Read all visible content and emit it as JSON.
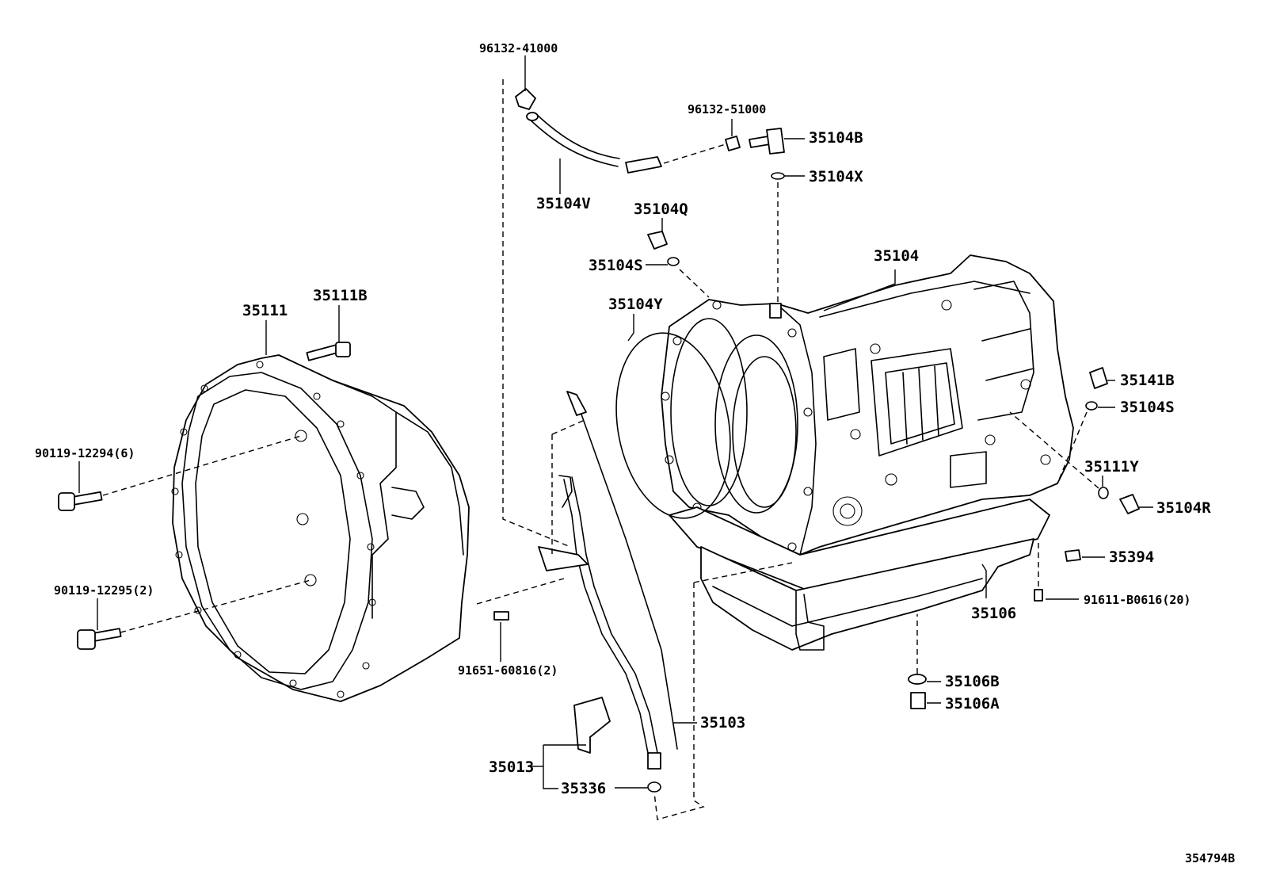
{
  "labels": {
    "p96132_41000": "96132-41000",
    "p96132_51000": "96132-51000",
    "p35104B": "35104B",
    "p35104X": "35104X",
    "p35104V": "35104V",
    "p35104Q": "35104Q",
    "p35104S_top": "35104S",
    "p35104": "35104",
    "p35104Y": "35104Y",
    "p35111": "35111",
    "p35111B": "35111B",
    "p90119_12294": "90119-12294(6)",
    "p90119_12295": "90119-12295(2)",
    "p91651_60816": "91651-60816(2)",
    "p35141B": "35141B",
    "p35104S_right": "35104S",
    "p35111Y": "35111Y",
    "p35104R": "35104R",
    "p35394": "35394",
    "p91611_B0616": "91611-B0616(20)",
    "p35106": "35106",
    "p35106B": "35106B",
    "p35106A": "35106A",
    "p35103": "35103",
    "p35013": "35013",
    "p35336": "35336",
    "diagram_id": "354794B"
  }
}
